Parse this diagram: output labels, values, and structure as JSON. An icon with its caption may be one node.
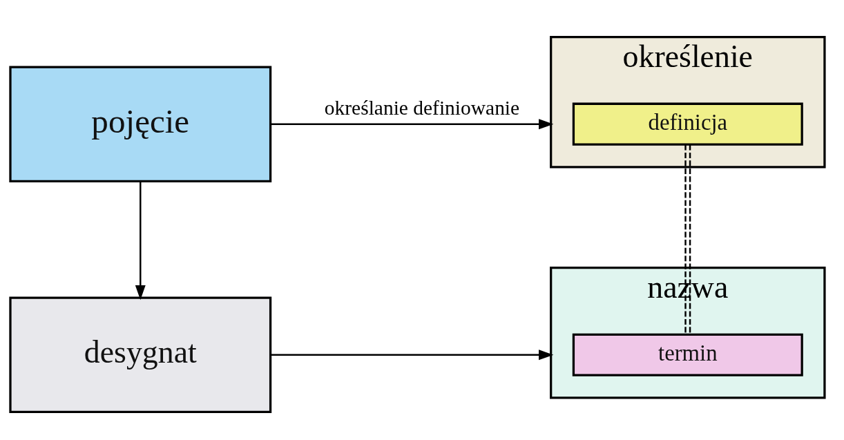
{
  "diagram": {
    "nodes": [
      {
        "text": [
          "pojęcie"
        ]
      },
      {
        "text": [
          "określenie"
        ]
      },
      {
        "text": [
          "definicja"
        ],
        "in": 1
      },
      {
        "text": [
          "desygnat"
        ]
      },
      {
        "text": [
          "nazwa"
        ]
      },
      {
        "text": [
          "termin"
        ],
        "in": 4
      }
    ],
    "edges": [
      {
        "from": 0,
        "to": 1,
        "arrow": "to",
        "label": "określanie definiowanie"
      },
      {
        "from": 0,
        "to": 3,
        "arrow": "to"
      },
      {
        "from": 3,
        "to": 4,
        "arrow": "to"
      },
      {
        "from": 2,
        "to": 5,
        "arrow": "none",
        "style": "dashed"
      }
    ]
  }
}
